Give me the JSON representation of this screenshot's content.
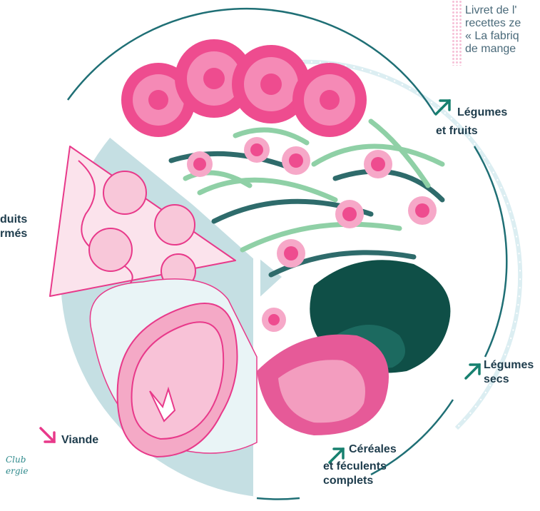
{
  "note": {
    "line1": "Livret de l'",
    "line2": "recettes ze",
    "line3": "« La fabriq",
    "line4": "de mange"
  },
  "labels": {
    "legumes_fruits_1": "Légumes",
    "legumes_fruits_2": "et fruits",
    "legumes_secs_1": "Légumes",
    "legumes_secs_2": "secs",
    "cereales_1": "Céréales",
    "cereales_2": "et féculents",
    "cereales_3": "complets",
    "viande": "Viande",
    "produits_1": "duits",
    "produits_2": "rmés"
  },
  "credit": {
    "line1": "Club",
    "line2": "ergie"
  },
  "colors": {
    "ring": "#1f6f75",
    "arrow_up": "#17806f",
    "arrow_down": "#e8398a",
    "plate_light": "#dceef2",
    "left_section": "#c5dfe3",
    "tomato": "#ee4c8f",
    "tomato_light": "#f58ab6",
    "leaf_light": "#8fd0a6",
    "leaf_dark": "#2e6b6b",
    "lentil": "#0f4f47",
    "cereal": "#e65a98",
    "meat": "#f4a9c6",
    "pizza": "#fbe3ec"
  },
  "icons": {
    "up": "arrow-up-right-icon",
    "down": "arrow-down-right-icon"
  }
}
